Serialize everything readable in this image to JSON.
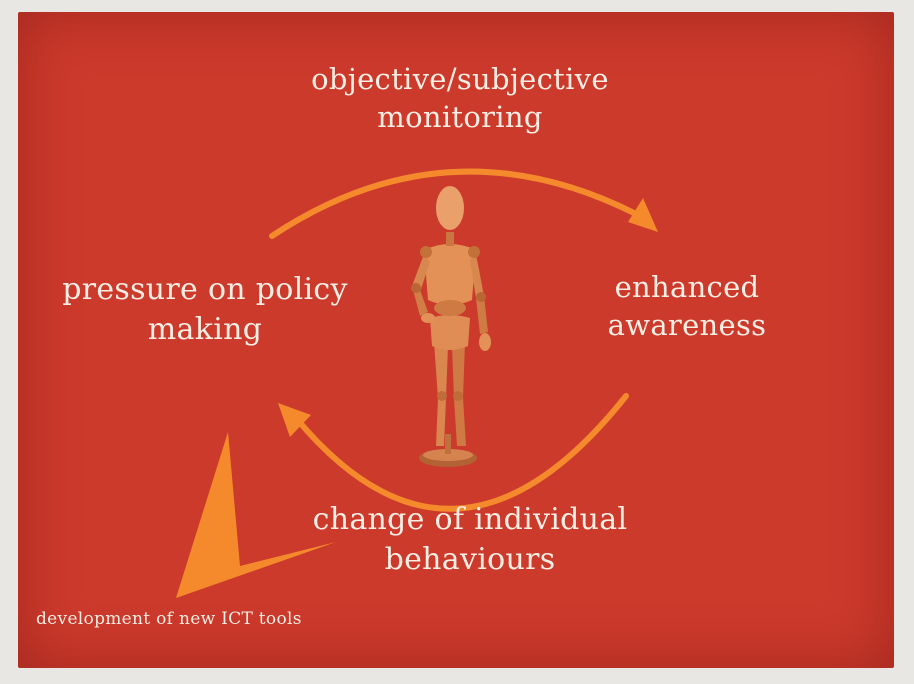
{
  "diagram": {
    "top_label": {
      "line1": "objective/subjective",
      "line2": "monitoring"
    },
    "right_label": {
      "line1": "enhanced",
      "line2": "awareness"
    },
    "bottom_label": {
      "line1": "change of individual",
      "line2": "behaviours"
    },
    "left_label": {
      "line1": "pressure on policy",
      "line2": "making"
    },
    "side_note": "development of new ICT tools",
    "center_image": "wooden-mannequin-figure",
    "colors": {
      "background": "#cc3a2c",
      "arrow": "#f48a2c",
      "text": "#fbeee4"
    }
  }
}
